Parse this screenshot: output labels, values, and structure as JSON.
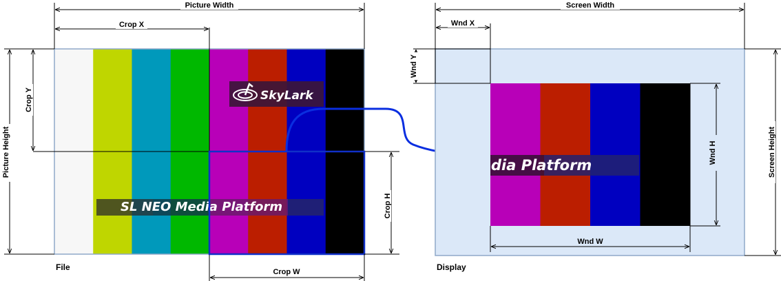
{
  "colors": {
    "bars": [
      "#f7f7f7",
      "#bfd600",
      "#0099bb",
      "#00b800",
      "#b800b8",
      "#bb1e00",
      "#0000c0",
      "#000000"
    ],
    "display_background": "#dbe8f8",
    "crop_rect": "#1030c8",
    "arrow": "#0a2ee0",
    "banner_dark": "#2a2a2a",
    "banner_purple": "#6a1a6a",
    "banner_blue": "#22226e"
  },
  "file_panel": {
    "caption": "File",
    "picture_width_label": "Picture Width",
    "picture_height_label": "Picture Height",
    "crop_x_label": "Crop X",
    "crop_y_label": "Crop Y",
    "crop_w_label": "Crop W",
    "crop_h_label": "Crop H",
    "logo_text": "SkyLark",
    "banner_text": "SL NEO Media Platform"
  },
  "display_panel": {
    "caption": "Display",
    "screen_width_label": "Screen Width",
    "screen_height_label": "Screen Height",
    "wnd_x_label": "Wnd X",
    "wnd_y_label": "Wnd Y",
    "wnd_w_label": "Wnd W",
    "wnd_h_label": "Wnd H",
    "banner_text": "dia Platform"
  }
}
